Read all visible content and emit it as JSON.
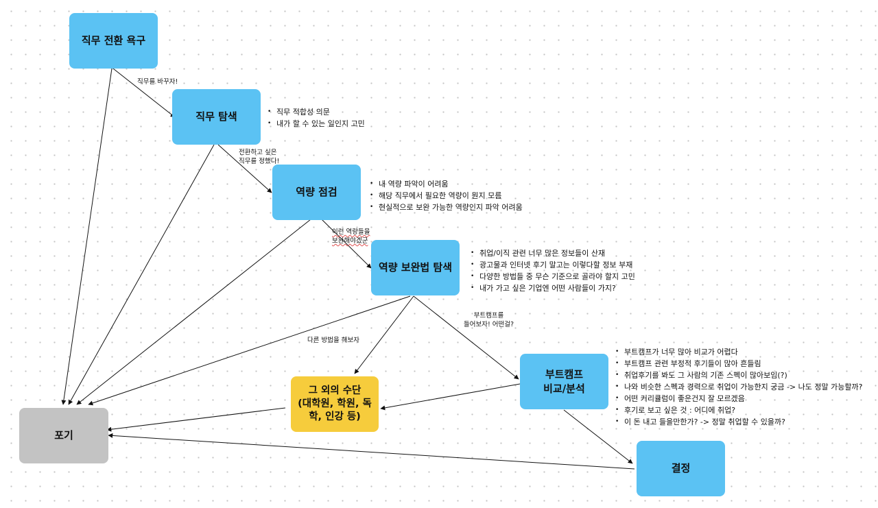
{
  "nodes": {
    "desire": "직무 전환 욕구",
    "explore": "직무 탐색",
    "assess": "역량 점검",
    "supplement": "역량 보완법 탐색",
    "other_means": "그 외의 수단\n(대학원, 학원, 독\n학, 인강 등)",
    "bootcamp": "부트캠프\n비교/분석",
    "giveup": "포기",
    "decision": "결정"
  },
  "edge_labels": {
    "change_job": "직무를 바꾸자!",
    "decided_job": "전환하고 싶은\n직무를 정했다!",
    "need_supplement": "이런 역량들을\n보완해야겠군",
    "other_way": "다른 방법을 해보자",
    "try_bootcamp": "부트캠프를\n들어보자! 어떤걸?"
  },
  "notes": {
    "explore": [
      "직무 적합성 의문",
      "내가 할 수 있는 일인지 고민"
    ],
    "assess": [
      "내 역량 파악이 어려움",
      "해당 직무에서 필요한 역량이 뭔지 모름",
      "현실적으로 보완 가능한 역량인지 파악 어려움"
    ],
    "supplement": [
      "취업/이직 관련 너무 많은 정보들이 산재",
      "광고물과 인터넷 후기 말고는 이렇다할 정보 부재",
      "다양한 방법들 중 무슨 기준으로 골라야 할지 고민",
      "내가 가고 싶은 기업엔 어떤 사람들이 가지?"
    ],
    "bootcamp": [
      "부트캠프가 너무 많아 비교가 어렵다",
      "부트캠프 관련 부정적 후기들이 많아 흔들림",
      "취업후기를 봐도 그 사람의 기존 스펙이 많아보임(?)",
      "나와 비슷한 스펙과 경력으로 취업이 가능한지 궁금 -> 나도 정말 가능할까?",
      "어떤 커리큘럼이 좋은건지 잘 모르겠음",
      "후기로 보고 싶은 것 : 어디에 취업?",
      "이 돈 내고 들을만한가? -> 정말 취업할 수 있을까?"
    ]
  },
  "colors": {
    "step": "#5bc2f3",
    "alternative": "#f6cc3c",
    "giveup": "#c3c3c3",
    "arrow": "#111111"
  }
}
